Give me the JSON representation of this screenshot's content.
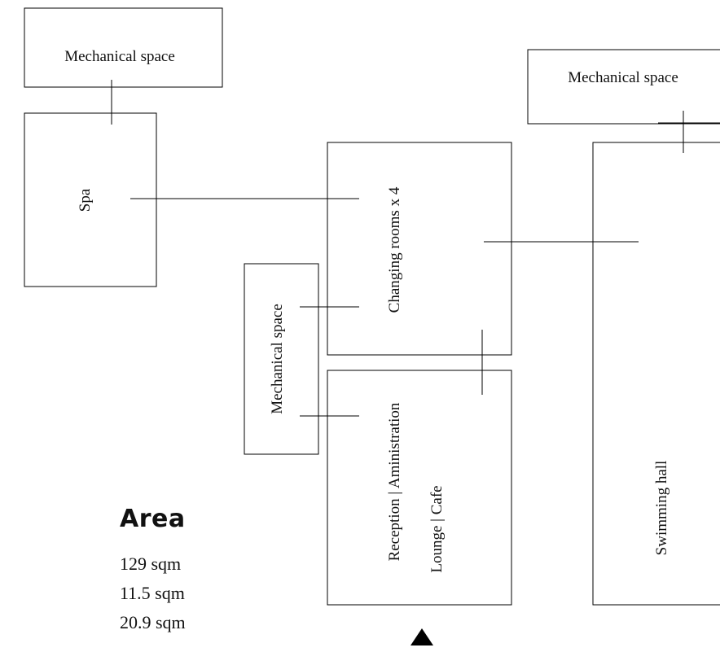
{
  "rooms": {
    "mech_top_left": "Mechanical space",
    "mech_top_right": "Mechanical space",
    "spa": "Spa",
    "changing": "Changing rooms x 4",
    "mech_middle": "Mechanical space",
    "reception_line1": "Reception | Aministration",
    "reception_line2": "Lounge | Cafe",
    "swimming": "Swimming hall"
  },
  "area": {
    "title": "Area",
    "values": [
      "129 sqm",
      "11.5 sqm",
      "20.9 sqm"
    ]
  },
  "entrance": {
    "icon": "triangle-up-icon"
  }
}
